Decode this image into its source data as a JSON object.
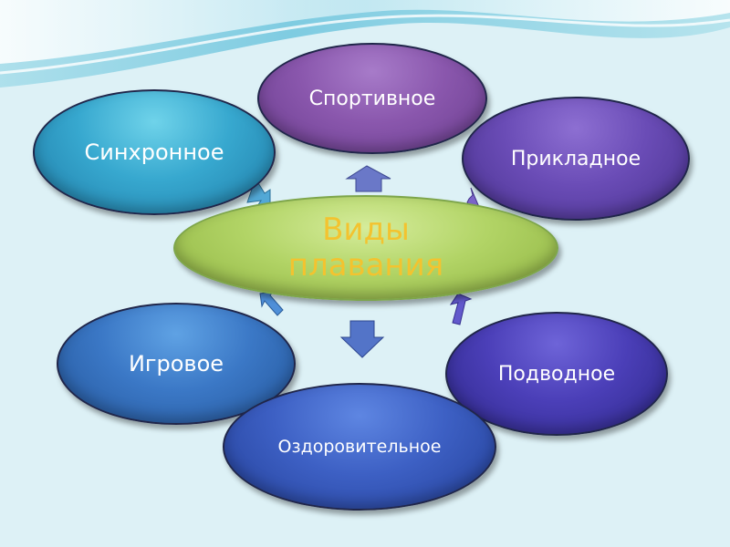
{
  "diagram": {
    "center": "Виды\nплавания",
    "nodes": {
      "sport": "Спортивное",
      "synchronized": "Синхронное",
      "applied": "Прикладное",
      "game": "Игровое",
      "underwater": "Подводное",
      "health": "Оздоровительное"
    }
  },
  "colors": {
    "background": "#ddf1f6",
    "center_text": "#f3c32f",
    "center_fill": "#b2d466",
    "sport_fill": "#8a57ad",
    "synchronized_fill": "#37a8cf",
    "applied_fill": "#6a4cb6",
    "game_fill": "#3b78c6",
    "underwater_fill": "#4b3fb8",
    "health_fill": "#3d60c4"
  }
}
